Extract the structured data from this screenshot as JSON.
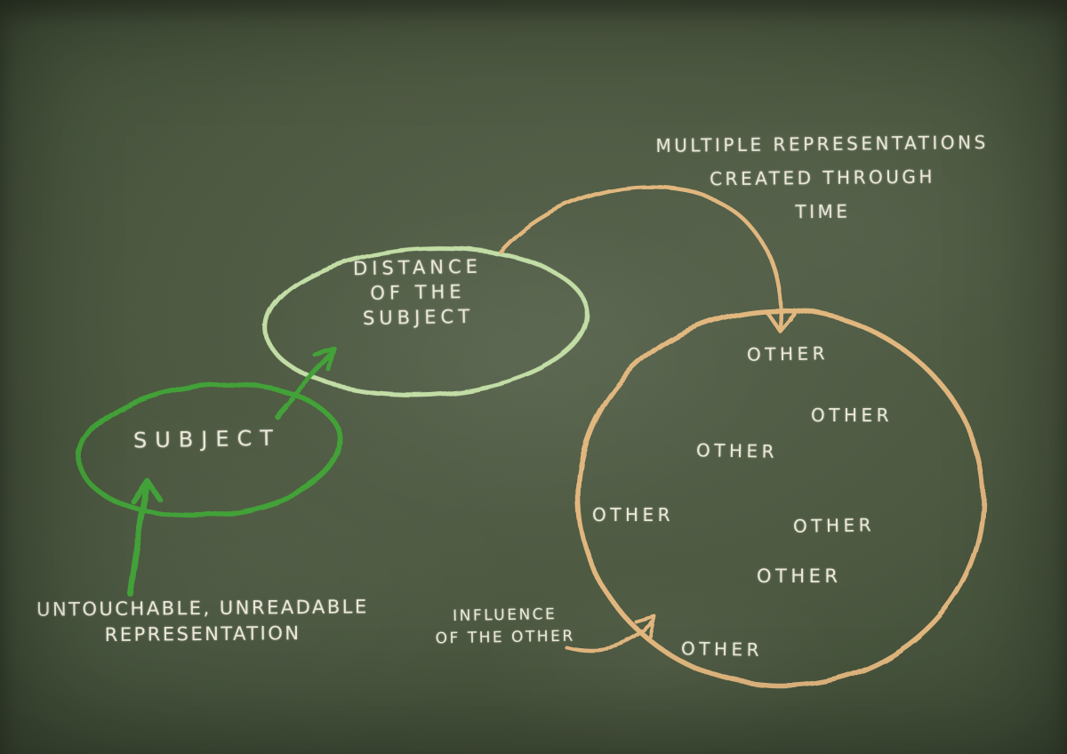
{
  "palette": {
    "board_bg": "#4d5941",
    "board_bg_light": "#57634c",
    "board_bg_dark": "#3f4c36",
    "chalk_white": "#ebe8da",
    "chalk_green": "#43a637",
    "chalk_light_green": "#c9e4ab",
    "chalk_orange": "#e9bc82"
  },
  "labels": {
    "multiple_line1": "MULTIPLE REPRESENTATIONS",
    "multiple_line2": "CREATED THROUGH",
    "multiple_line3": "TIME",
    "distance_line1": "DISTANCE",
    "distance_line2": "OF THE",
    "distance_line3": "SUBJECT",
    "subject": "SUBJECT",
    "untouchable_line1": "UNTOUCHABLE, UNREADABLE",
    "untouchable_line2": "REPRESENTATION",
    "influence_line1": "INFLUENCE",
    "influence_line2": "OF THE OTHER"
  },
  "others": [
    "OTHER",
    "OTHER",
    "OTHER",
    "OTHER",
    "OTHER",
    "OTHER",
    "OTHER"
  ]
}
